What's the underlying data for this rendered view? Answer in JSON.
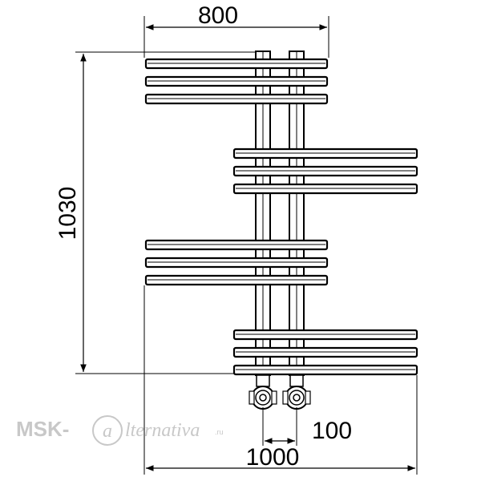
{
  "dimensions": {
    "top_width": "800",
    "height": "1030",
    "bottom_width": "1000",
    "pipe_spacing": "100"
  },
  "watermark": {
    "brand": "MSK-",
    "script": "lternativa",
    "suffix": ".ru"
  }
}
